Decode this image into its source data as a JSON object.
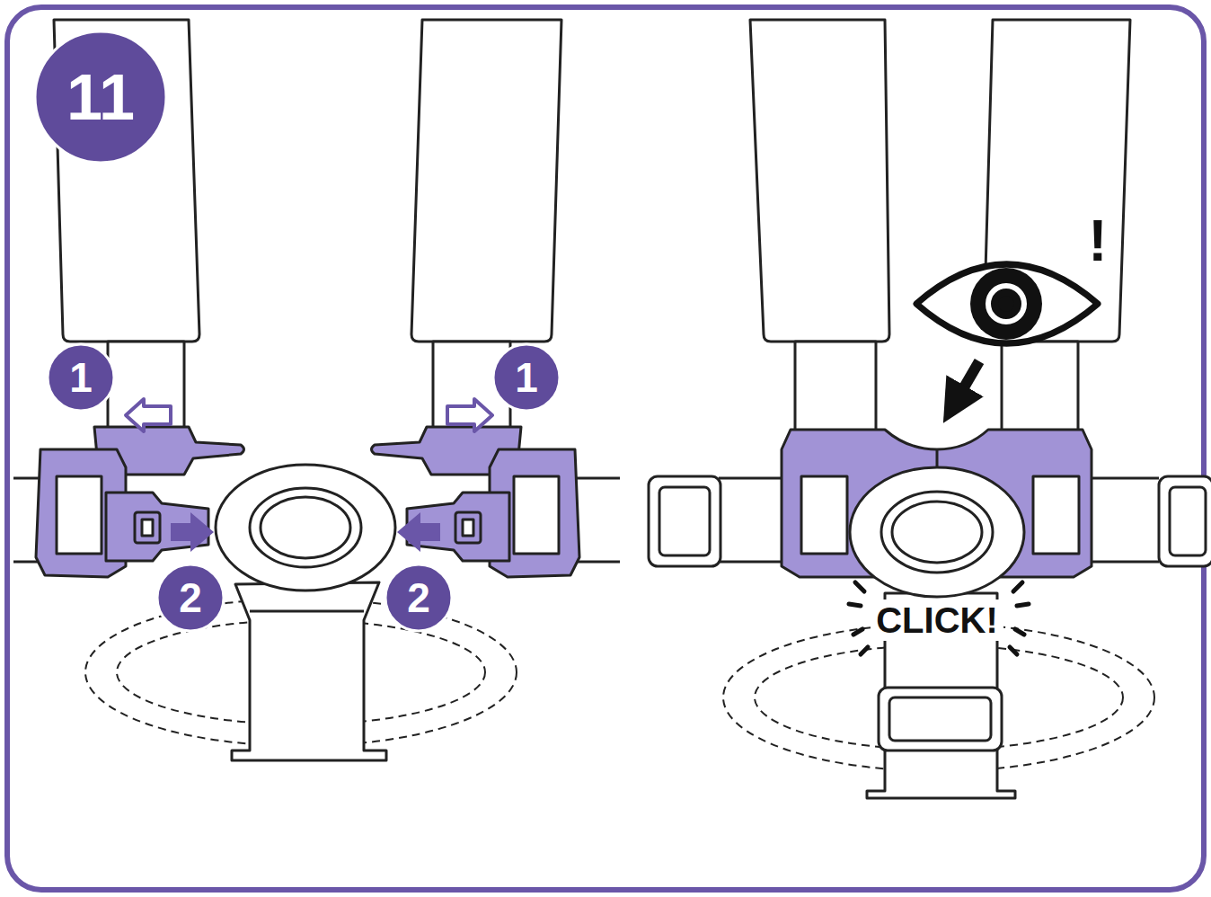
{
  "diagram": {
    "nodes": [
      {
        "text": [
          "11"
        ]
      },
      {
        "text": [
          "1"
        ]
      },
      {
        "text": [
          "1"
        ]
      },
      {
        "text": [
          "2"
        ]
      },
      {
        "text": [
          "2"
        ]
      }
    ],
    "labels": [
      "!",
      "CLICK!"
    ]
  }
}
